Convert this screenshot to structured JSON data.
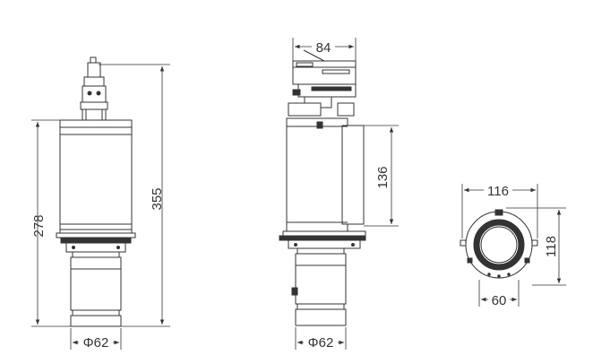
{
  "dimensions": {
    "front_height_total": "355",
    "front_height_body": "278",
    "front_diameter": "Φ62",
    "side_width": "84",
    "side_height": "136",
    "side_diameter": "Φ62",
    "bottom_width": "116",
    "bottom_height": "118",
    "bottom_inner": "60"
  },
  "colors": {
    "line": "#333333",
    "fill": "#ffffff"
  }
}
